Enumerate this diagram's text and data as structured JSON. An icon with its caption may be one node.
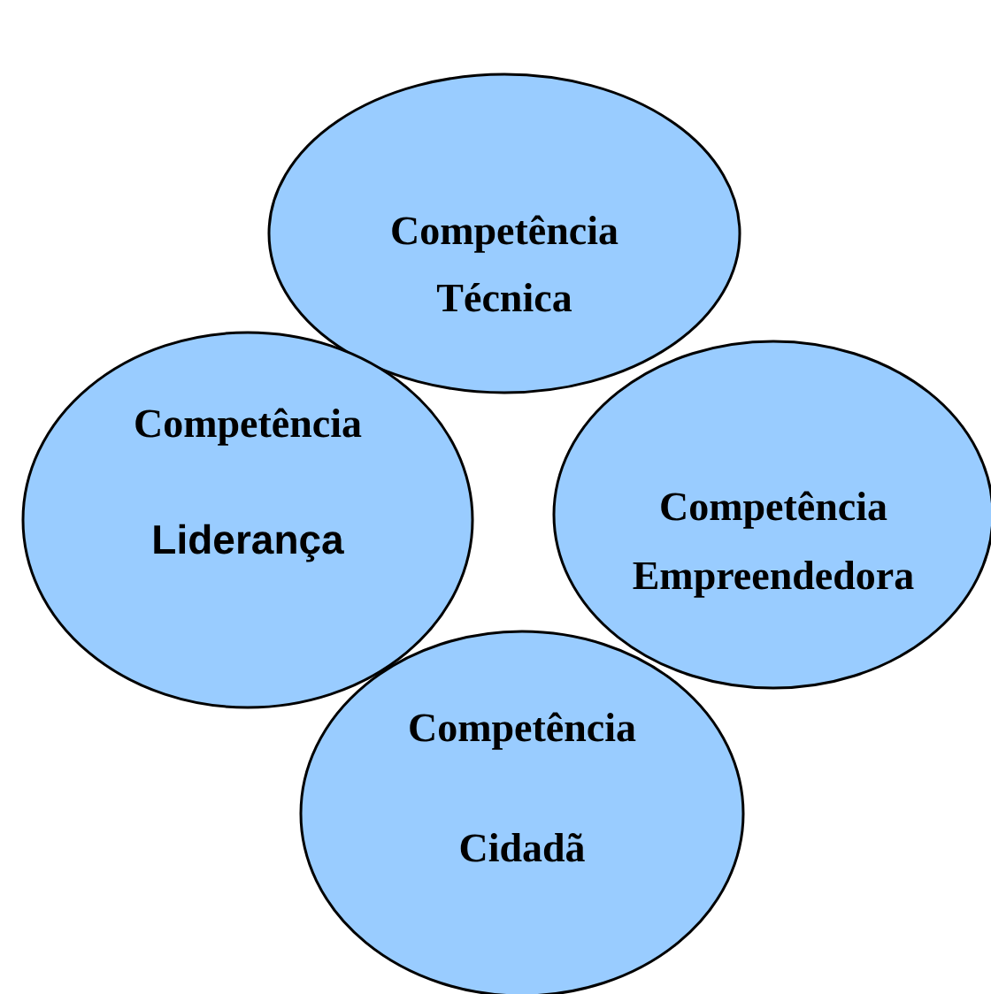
{
  "diagram": {
    "nodes": [
      {
        "text": [
          "Competência",
          "Técnica"
        ]
      },
      {
        "text": [
          "Competência",
          "Liderança"
        ]
      },
      {
        "text": [
          "Competência",
          "Empreendedora"
        ]
      },
      {
        "text": [
          "Competência",
          "Cidadã"
        ]
      }
    ]
  }
}
